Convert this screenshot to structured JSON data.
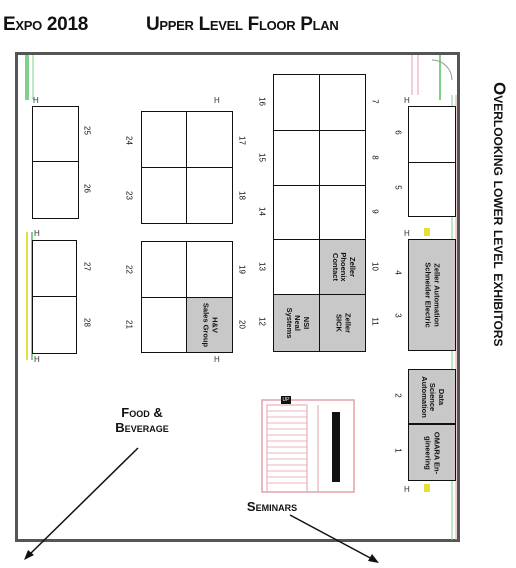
{
  "header": {
    "expo_title": "Expo 2018",
    "plan_title": "Upper Level Floor Plan",
    "side_title": "Overlooking lower level exhibitors"
  },
  "areas": {
    "food": "Food &",
    "food_line2": "Beverage",
    "seminars": "Seminars"
  },
  "colors": {
    "wall": "#555555",
    "booth_gray": "#c8c8c8",
    "green_rail": "#7fd18a",
    "yellow_rail": "#e6e03a",
    "pink_stair": "#e3a0a8"
  },
  "booths": {
    "b1": {
      "num": "1",
      "label": "OMARA En-\ngineering"
    },
    "b2": {
      "num": "2",
      "label": "Data\nScience\nAutomation"
    },
    "b3": {
      "num": "3",
      "label": "Zeller Automation\nSchneider Electric"
    },
    "b4": {
      "num": "4"
    },
    "b5": {
      "num": "5"
    },
    "b6": {
      "num": "6"
    },
    "b7": {
      "num": "7"
    },
    "b8": {
      "num": "8"
    },
    "b9": {
      "num": "9"
    },
    "b10": {
      "num": "10",
      "label": "Zeller\nPhoenix\nContact"
    },
    "b11": {
      "num": "11",
      "label": "Zeller\nSICK"
    },
    "b12": {
      "num": "12",
      "label": "NSI\nNeal\nSystems"
    },
    "b13": {
      "num": "13"
    },
    "b14": {
      "num": "14"
    },
    "b15": {
      "num": "15"
    },
    "b16": {
      "num": "16"
    },
    "b17": {
      "num": "17"
    },
    "b18": {
      "num": "18"
    },
    "b19": {
      "num": "19"
    },
    "b20": {
      "num": "20",
      "label": "H&V\nSales Group"
    },
    "b21": {
      "num": "21"
    },
    "b22": {
      "num": "22"
    },
    "b23": {
      "num": "23"
    },
    "b24": {
      "num": "24"
    },
    "b25": {
      "num": "25"
    },
    "b26": {
      "num": "26"
    },
    "b27": {
      "num": "27"
    },
    "b28": {
      "num": "28"
    }
  },
  "markers": {
    "h": "H",
    "up": "UP"
  }
}
